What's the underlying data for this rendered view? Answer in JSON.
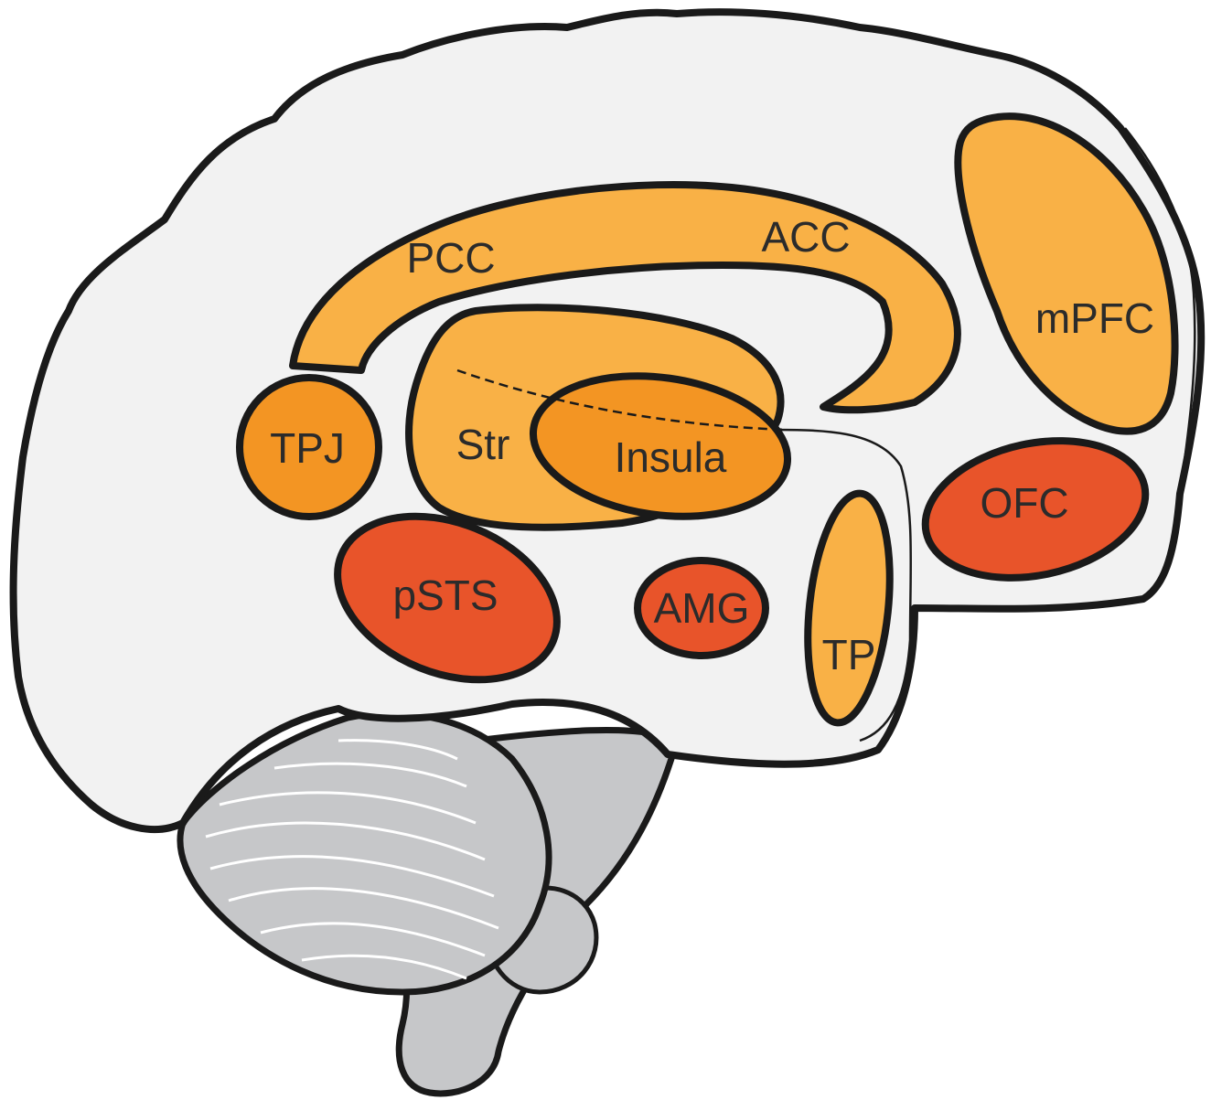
{
  "regions": {
    "pcc": {
      "label": "PCC"
    },
    "acc": {
      "label": "ACC"
    },
    "mpfc": {
      "label": "mPFC"
    },
    "tpj": {
      "label": "TPJ"
    },
    "str": {
      "label": "Str"
    },
    "insula": {
      "label": "Insula"
    },
    "ofc": {
      "label": "OFC"
    },
    "psts": {
      "label": "pSTS"
    },
    "amg": {
      "label": "AMG"
    },
    "tp": {
      "label": "TP"
    }
  },
  "colors": {
    "cortex_fill": "#f2f2f2",
    "cerebellum_fill": "#c6c7c9",
    "outline": "#1a1a1a",
    "light_orange": "#f9b146",
    "mid_orange": "#f39523",
    "red_orange": "#e8542a",
    "label_text": "#2b2b2b"
  }
}
